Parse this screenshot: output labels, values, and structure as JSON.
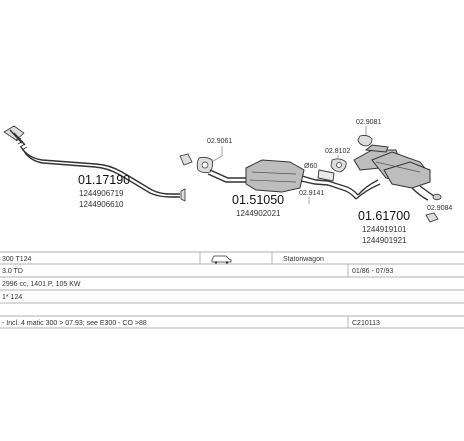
{
  "parts": {
    "front_pipe": {
      "number": "01.17190",
      "oem": [
        "1244906719",
        "1244906610"
      ]
    },
    "catalyst": {
      "number": "01.51050",
      "oem": "1244902021"
    },
    "rear_system": {
      "number": "01.61700",
      "oem": [
        "1244919101",
        "1244901921"
      ]
    }
  },
  "callouts": {
    "clamp_top": "02.9061",
    "clamp_mid": "02.8102",
    "clamp_rear": "02.9081",
    "clamp_cat": "02.9141",
    "diameter": "Ø60",
    "clamp_right": "02.9084"
  },
  "table": {
    "row1": {
      "model": "300 T124",
      "body": "Statonwagon"
    },
    "row2": {
      "engine": "3.0 TD",
      "years": "01/86 - 07/93"
    },
    "row3": {
      "spec": "2996 cc, 1401 P, 105 KW"
    },
    "row4": {
      "chassis": "1* 124"
    },
    "row5": {
      "note": "- Incl. 4 matic 300 > 07.93; see E300 - CO >88",
      "code": "C210113"
    }
  },
  "icons": {
    "vehicle": "estate-car-icon"
  }
}
